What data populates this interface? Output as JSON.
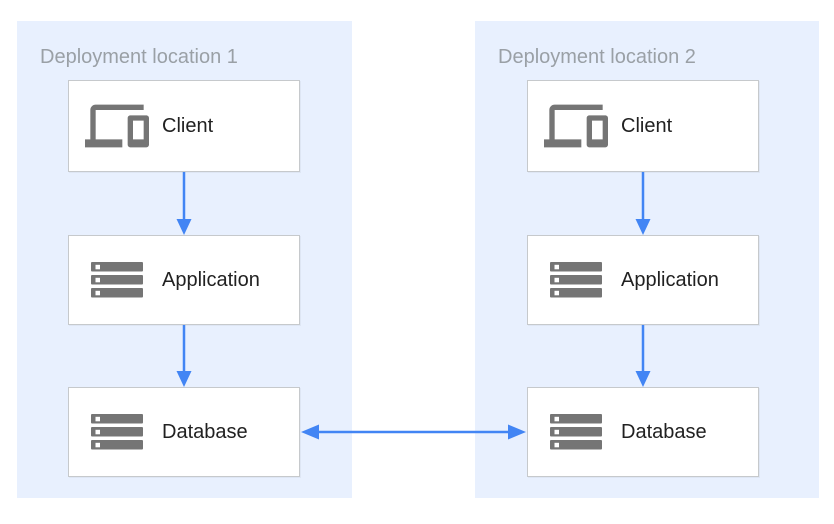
{
  "panels": [
    {
      "title": "Deployment location 1",
      "nodes": [
        {
          "label": "Client",
          "icon": "devices-icon"
        },
        {
          "label": "Application",
          "icon": "server-stack-icon"
        },
        {
          "label": "Database",
          "icon": "server-stack-icon"
        }
      ]
    },
    {
      "title": "Deployment location 2",
      "nodes": [
        {
          "label": "Client",
          "icon": "devices-icon"
        },
        {
          "label": "Application",
          "icon": "server-stack-icon"
        },
        {
          "label": "Database",
          "icon": "server-stack-icon"
        }
      ]
    }
  ],
  "connections": [
    {
      "from": "client-1",
      "to": "application-1",
      "type": "arrow-down"
    },
    {
      "from": "application-1",
      "to": "database-1",
      "type": "arrow-down"
    },
    {
      "from": "client-2",
      "to": "application-2",
      "type": "arrow-down"
    },
    {
      "from": "application-2",
      "to": "database-2",
      "type": "arrow-down"
    },
    {
      "from": "database-1",
      "to": "database-2",
      "type": "arrow-bidirectional"
    }
  ],
  "colors": {
    "panel_background": "#E8F0FE",
    "arrow": "#4285F4",
    "icon_gray": "#757575",
    "box_border": "#C6C9CC",
    "title_text": "#9AA0A6",
    "label_text": "#212121"
  }
}
